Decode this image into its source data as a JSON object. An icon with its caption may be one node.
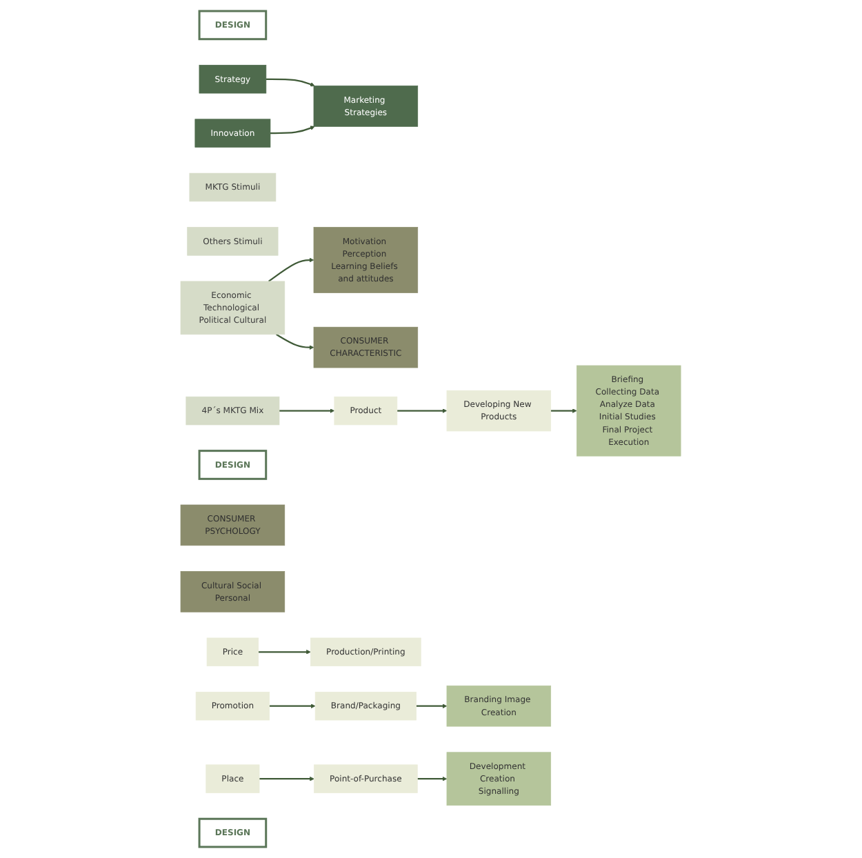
{
  "diagram": {
    "nodes": [
      {
        "text": [
          "DESIGN"
        ]
      },
      {
        "text": [
          "Strategy"
        ]
      },
      {
        "text": [
          "Innovation"
        ]
      },
      {
        "text": [
          "Marketing Strategies"
        ]
      },
      {
        "text": [
          "MKTG Stimuli"
        ]
      },
      {
        "text": [
          "Others Stimuli"
        ]
      },
      {
        "text": [
          "4P´s MKTG Mix"
        ]
      },
      {
        "text": [
          "Economic Technological Political Cultural"
        ]
      },
      {
        "text": [
          "DESIGN"
        ]
      },
      {
        "text": [
          "CONSUMER PSYCHOLOGY"
        ]
      },
      {
        "text": [
          "Motivation Perception Learning Beliefs and attitudes"
        ]
      },
      {
        "text": [
          "CONSUMER CHARACTERISTIC"
        ]
      },
      {
        "text": [
          "Cultural Social Personal"
        ]
      },
      {
        "text": [
          "Product"
        ]
      },
      {
        "text": [
          "Price"
        ]
      },
      {
        "text": [
          "Promotion"
        ]
      },
      {
        "text": [
          "Place"
        ]
      },
      {
        "text": [
          "Developing New Products"
        ]
      },
      {
        "text": [
          "Production/Printing"
        ]
      },
      {
        "text": [
          "Brand/Packaging"
        ]
      },
      {
        "text": [
          "Point-of-Purchase"
        ]
      },
      {
        "text": [
          "Briefing Collecting Data Analyze Data Initial Studies Final Project Execution"
        ]
      },
      {
        "text": [
          "Branding Image Creation"
        ]
      },
      {
        "text": [
          "Development Creation Signalling"
        ]
      },
      {
        "text": [
          "DESIGN"
        ]
      }
    ],
    "edges": [
      {
        "from": 1,
        "to": 3,
        "arrow": "to"
      },
      {
        "from": 2,
        "to": 3,
        "arrow": "to"
      },
      {
        "from": 7,
        "to": 10,
        "arrow": "to"
      },
      {
        "from": 7,
        "to": 11,
        "arrow": "to"
      },
      {
        "from": 6,
        "to": 13,
        "arrow": "to"
      },
      {
        "from": 13,
        "to": 17,
        "arrow": "to"
      },
      {
        "from": 14,
        "to": 18,
        "arrow": "to"
      },
      {
        "from": 15,
        "to": 19,
        "arrow": "to"
      },
      {
        "from": 16,
        "to": 20,
        "arrow": "to"
      },
      {
        "from": 17,
        "to": 21,
        "arrow": "to"
      },
      {
        "from": 19,
        "to": 22,
        "arrow": "to"
      },
      {
        "from": 20,
        "to": 23,
        "arrow": "to"
      }
    ]
  }
}
